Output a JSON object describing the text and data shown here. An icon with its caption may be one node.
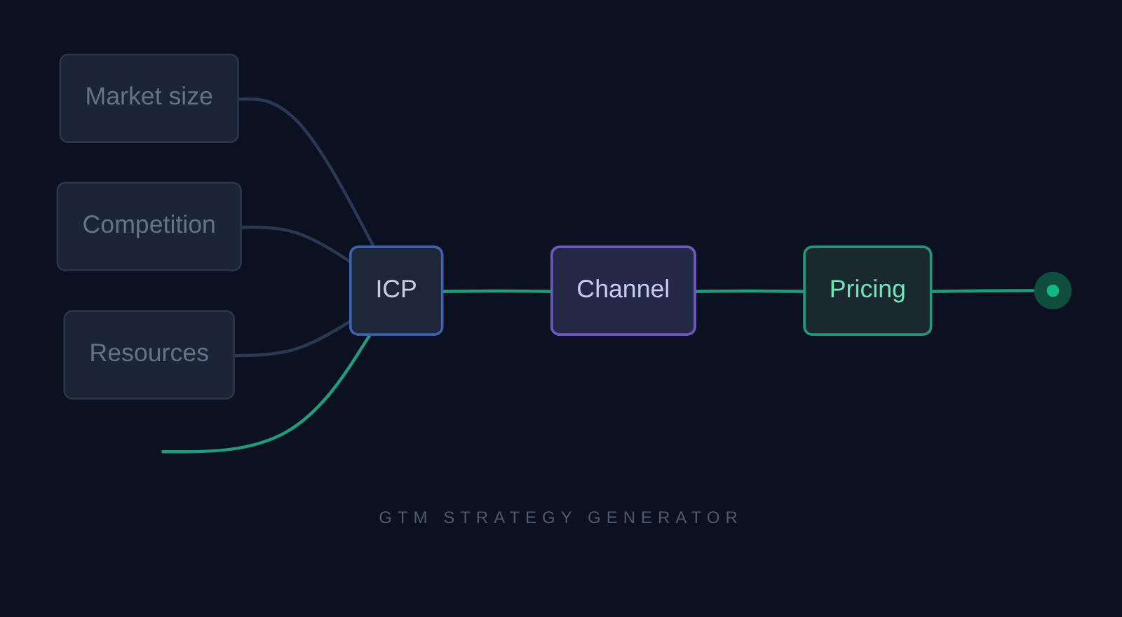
{
  "diagram": {
    "title": "GTM STRATEGY GENERATOR",
    "nodes": [
      {
        "text": [
          "Market size"
        ]
      },
      {
        "text": [
          "Competition"
        ]
      },
      {
        "text": [
          "Resources"
        ]
      },
      {
        "text": [
          "ICP"
        ]
      },
      {
        "text": [
          "Channel"
        ]
      },
      {
        "text": [
          "Pricing"
        ]
      },
      {
        "text": [],
        "shape": "circle"
      }
    ],
    "edges": [
      {
        "from": 0,
        "to": 3,
        "arrow": "none",
        "color": "#2a3854"
      },
      {
        "from": 1,
        "to": 3,
        "arrow": "none",
        "color": "#2a3854"
      },
      {
        "from": 2,
        "to": 3,
        "arrow": "none",
        "color": "#2a3854"
      },
      {
        "from": null,
        "to": 3,
        "arrow": "none"
      },
      {
        "from": 3,
        "to": 4,
        "arrow": "none"
      },
      {
        "from": 4,
        "to": 5,
        "arrow": "none"
      },
      {
        "from": 5,
        "to": 6,
        "arrow": "none"
      }
    ]
  }
}
